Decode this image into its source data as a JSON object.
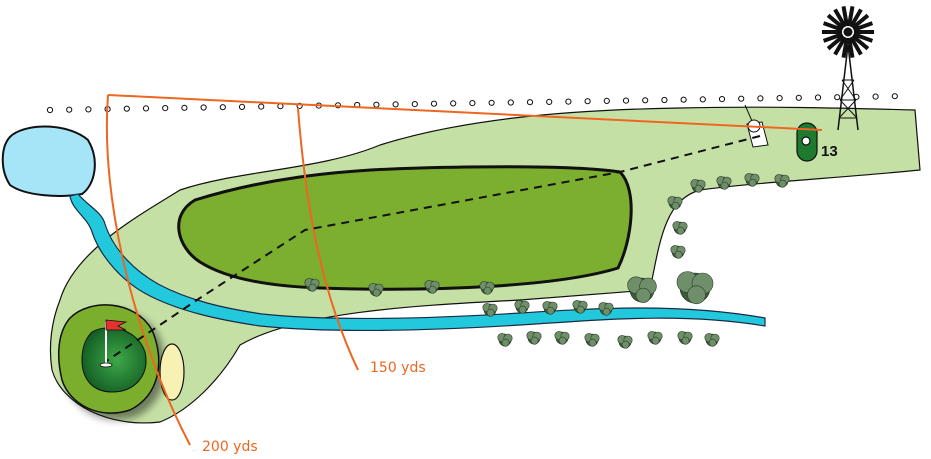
{
  "hole": {
    "number": "13"
  },
  "distance_markers": [
    {
      "label": "150 yds"
    },
    {
      "label": "200 yds"
    }
  ],
  "colors": {
    "rough": "#c5e0a5",
    "fairway": "#7cae2f",
    "green": "#1e7a2e",
    "water": "#22c9dc",
    "lake": "#a6e4f7",
    "bunker": "#f7f1b4",
    "distance_line": "#ee6620",
    "outline": "#111111"
  }
}
